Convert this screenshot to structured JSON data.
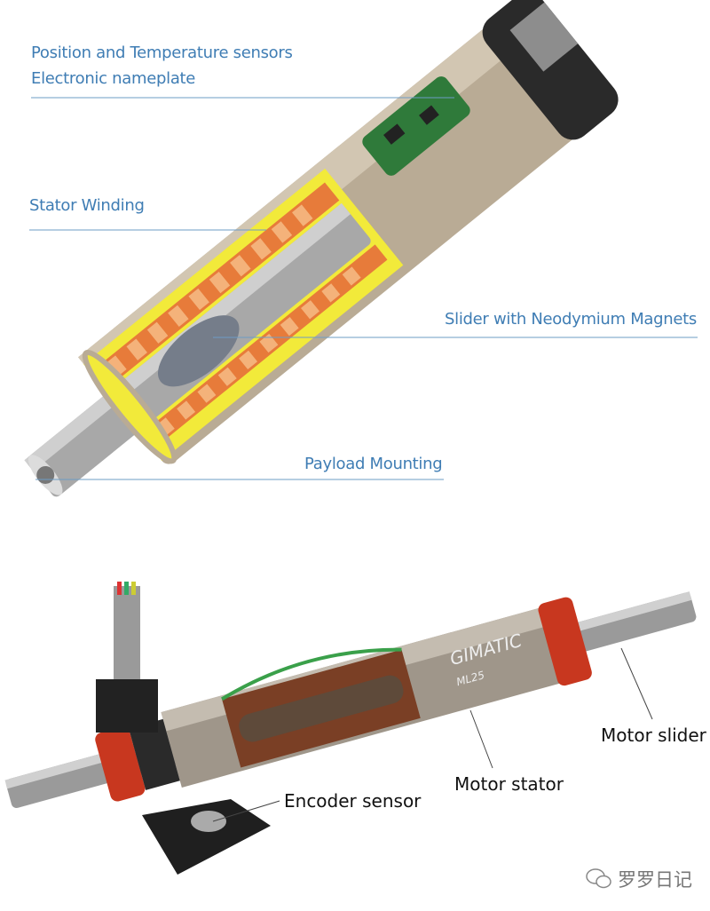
{
  "top_diagram": {
    "labels": {
      "sensors": "Position and Temperature sensors",
      "nameplate": "Electronic nameplate",
      "stator": "Stator Winding",
      "slider": "Slider with Neodymium Magnets",
      "payload": "Payload Mounting"
    },
    "label_color": "#3f7db4"
  },
  "bottom_diagram": {
    "brand_marking": "GIMATIC",
    "model_marking": "ML25",
    "labels": {
      "motor_slider": "Motor slider",
      "motor_stator": "Motor stator",
      "encoder": "Encoder sensor"
    }
  },
  "watermark": {
    "text": "罗罗日记",
    "icon": "wechat-icon"
  }
}
